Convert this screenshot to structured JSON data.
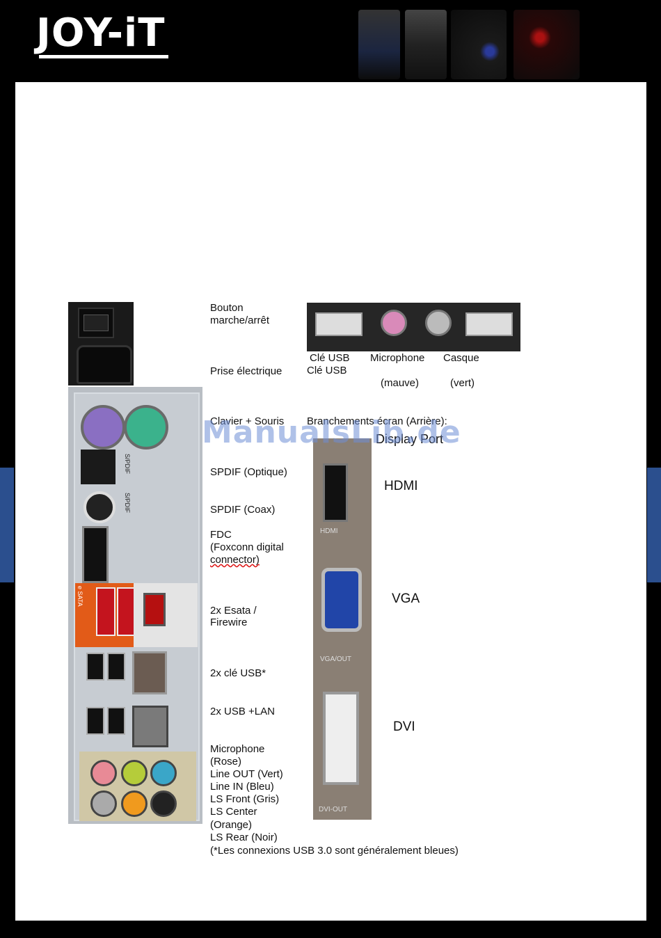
{
  "header": {
    "logo": "JOY-iT",
    "watermark": "ManualsLib.de"
  },
  "colors": {
    "brand_bg": "#000000",
    "page_bg": "#ffffff",
    "side_band": "#2b4f8e"
  },
  "labels": {
    "power_button": [
      "Bouton",
      "marche/arrêt"
    ],
    "power_socket": "Prise électrique",
    "keyboard_mouse": "Clavier + Souris",
    "spdif_optical": "SPDIF (Optique)",
    "spdif_coax": "SPDIF (Coax)",
    "fdc": [
      "FDC",
      "(Foxconn digital",
      "connector)"
    ],
    "esata": [
      "2x Esata /",
      "Firewire"
    ],
    "usb2": "2x clé USB*",
    "usb_lan": "2x USB +LAN",
    "audio": [
      "Microphone",
      "(Rose)",
      "Line OUT (Vert)",
      "Line IN (Bleu)",
      "LS Front (Gris)",
      "LS Center",
      "(Orange)",
      "LS Rear (Noir)"
    ],
    "footnote": "(*Les connexions USB 3.0 sont généralement bleues)"
  },
  "front": {
    "usb1": "Clé USB",
    "usb2": "Clé USB",
    "mic": "Microphone",
    "mic_color": "(mauve)",
    "headset": "Casque",
    "headset_color": "(vert)"
  },
  "display": {
    "heading": "Branchements écran (Arrière):",
    "displayport": "Display Port",
    "hdmi": "HDMI",
    "vga": "VGA",
    "dvi": "DVI",
    "gpu_hdmi": "HDMI",
    "gpu_vga": "VGA/OUT",
    "gpu_dvi": "DVI-OUT"
  },
  "panel_text": {
    "spdif_1": "S/PDIF",
    "spdif_2": "S/PDIF",
    "esata_tag": "e SATA"
  }
}
